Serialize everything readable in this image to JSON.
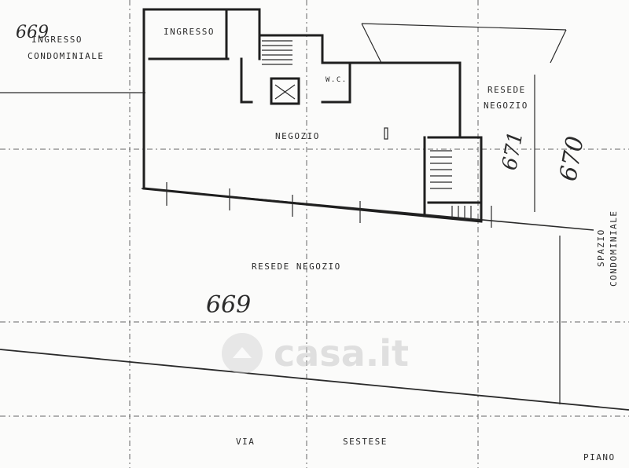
{
  "labels": {
    "ingresso_condominiale_1": "INGRESSO",
    "ingresso_condominiale_2": "CONDOMINIALE",
    "ingresso": "INGRESSO",
    "wc": "W.C.",
    "negozio": "NEGOZIO",
    "resede_negozio_right_1": "RESEDE",
    "resede_negozio_right_2": "NEGOZIO",
    "spazio_condominiale_1": "SPAZIO",
    "spazio_condominiale_2": "CONDOMINIALE",
    "resede_negozio_bottom": "RESEDE   NEGOZIO",
    "via": "VIA",
    "sestese": "SESTESE",
    "piano": "PIANO"
  },
  "parcels": {
    "p669_top": "669",
    "p669_main": "669",
    "p670": "670",
    "p671": "671"
  },
  "watermark": "casa.it"
}
